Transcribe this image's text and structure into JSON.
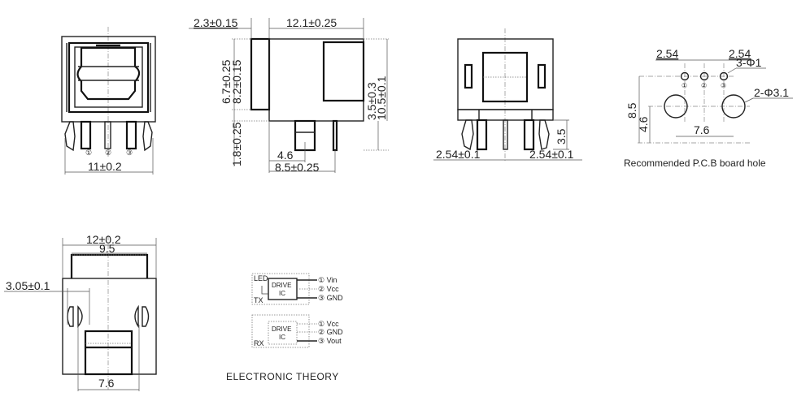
{
  "drawing": {
    "front_view": {
      "width_dim": "11±0.2",
      "pin_labels": [
        "①",
        "②",
        "③"
      ]
    },
    "side_view": {
      "top_left_dim": "2.3±0.15",
      "top_dim": "12.1±0.25",
      "left_dim_1": "6.7±0.25",
      "left_dim_2": "8.2±0.15",
      "right_dim_1": "3.5±0.3",
      "right_dim_2": "10.5±0.1",
      "pin_length_dim": "1.8±0.25",
      "bottom_dim_1": "4.6",
      "bottom_dim_2": "8.5±0.25"
    },
    "rear_view": {
      "pin_height_dim": "3.5",
      "left_pitch_dim": "2.54±0.1",
      "right_pitch_dim": "2.54±0.1"
    },
    "pcb_layout": {
      "pitch_left": "2.54",
      "pitch_right": "2.54",
      "small_holes": "3-Φ1",
      "large_holes": "2-Φ3.1",
      "height_total": "8.5",
      "height_lower": "4.6",
      "large_hole_spacing": "7.6",
      "pin_labels": [
        "①",
        "②",
        "③"
      ],
      "caption": "Recommended P.C.B board hole"
    },
    "top_view": {
      "width_dim": "12±0.2",
      "inner_dim": "9.5",
      "offset_dim": "3.05±0.1",
      "bottom_dim": "7.6"
    },
    "electronic_theory": {
      "tx_block": {
        "corner_top": "LED",
        "corner_bottom": "TX",
        "ic_line1": "DRIVE",
        "ic_line2": "IC",
        "pins": [
          "① Vin",
          "② Vcc",
          "③ GND"
        ]
      },
      "rx_block": {
        "corner_bottom": "RX",
        "ic_line1": "DRIVE",
        "ic_line2": "IC",
        "pins": [
          "① Vcc",
          "② GND",
          "③ Vout"
        ]
      },
      "caption": "ELECTRONIC THEORY"
    }
  }
}
